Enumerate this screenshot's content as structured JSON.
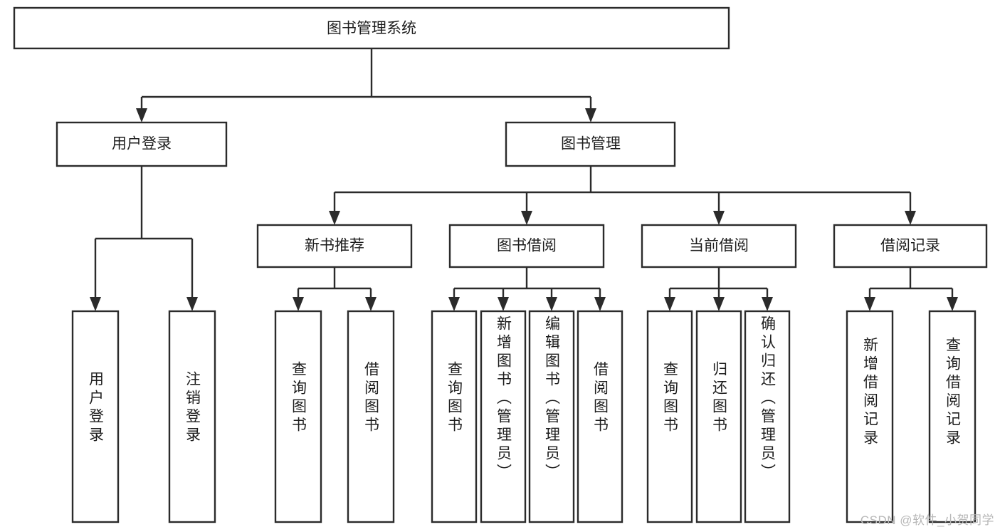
{
  "diagram": {
    "title": "图书管理系统",
    "type": "tree",
    "watermark": "CSDN @软件_小贺同学",
    "colors": {
      "stroke": "#2b2b2b",
      "fill": "#ffffff",
      "text": "#1d1d1d",
      "watermark": "#b7b7b7",
      "background": "#ffffff"
    },
    "root": {
      "label": "图书管理系统"
    },
    "level1": [
      {
        "label": "用户登录"
      },
      {
        "label": "图书管理"
      }
    ],
    "level2": [
      {
        "label": "新书推荐"
      },
      {
        "label": "图书借阅"
      },
      {
        "label": "当前借阅"
      },
      {
        "label": "借阅记录"
      }
    ],
    "leaves": {
      "user_login": [
        {
          "label": "用户登录"
        },
        {
          "label": "注销登录"
        }
      ],
      "new_book": [
        {
          "label": "查询图书"
        },
        {
          "label": "借阅图书"
        }
      ],
      "book_borrow": [
        {
          "label": "查询图书"
        },
        {
          "label": "新增图书（管理员）"
        },
        {
          "label": "编辑图书（管理员）"
        },
        {
          "label": "借阅图书"
        }
      ],
      "current_borrow": [
        {
          "label": "查询图书"
        },
        {
          "label": "归还图书"
        },
        {
          "label": "确认归还（管理员）"
        }
      ],
      "borrow_record": [
        {
          "label": "新增借阅记录"
        },
        {
          "label": "查询借阅记录"
        }
      ]
    }
  }
}
